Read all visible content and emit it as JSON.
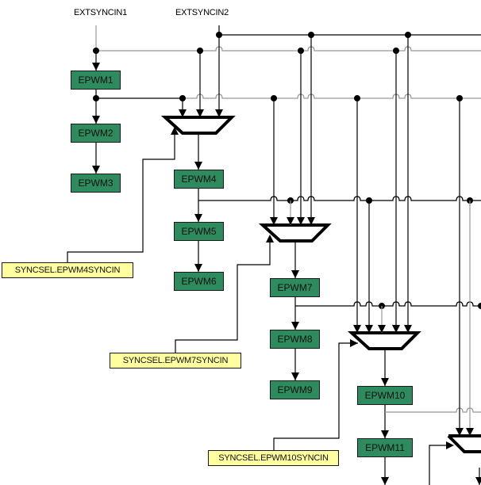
{
  "inputs": {
    "extsyncin1": "EXTSYNCIN1",
    "extsyncin2": "EXTSYNCIN2"
  },
  "modules": {
    "epwm1": "EPWM1",
    "epwm2": "EPWM2",
    "epwm3": "EPWM3",
    "epwm4": "EPWM4",
    "epwm5": "EPWM5",
    "epwm6": "EPWM6",
    "epwm7": "EPWM7",
    "epwm8": "EPWM8",
    "epwm9": "EPWM9",
    "epwm10": "EPWM10",
    "epwm11": "EPWM11"
  },
  "selectors": {
    "epwm4": "SYNCSEL.EPWM4SYNCIN",
    "epwm7": "SYNCSEL.EPWM7SYNCIN",
    "epwm10": "SYNCSEL.EPWM10SYNCIN"
  },
  "colors": {
    "module_fill": "#2e8b5e",
    "selector_fill": "#ffffa0",
    "wire": "#000000",
    "wire_secondary": "#999999"
  }
}
